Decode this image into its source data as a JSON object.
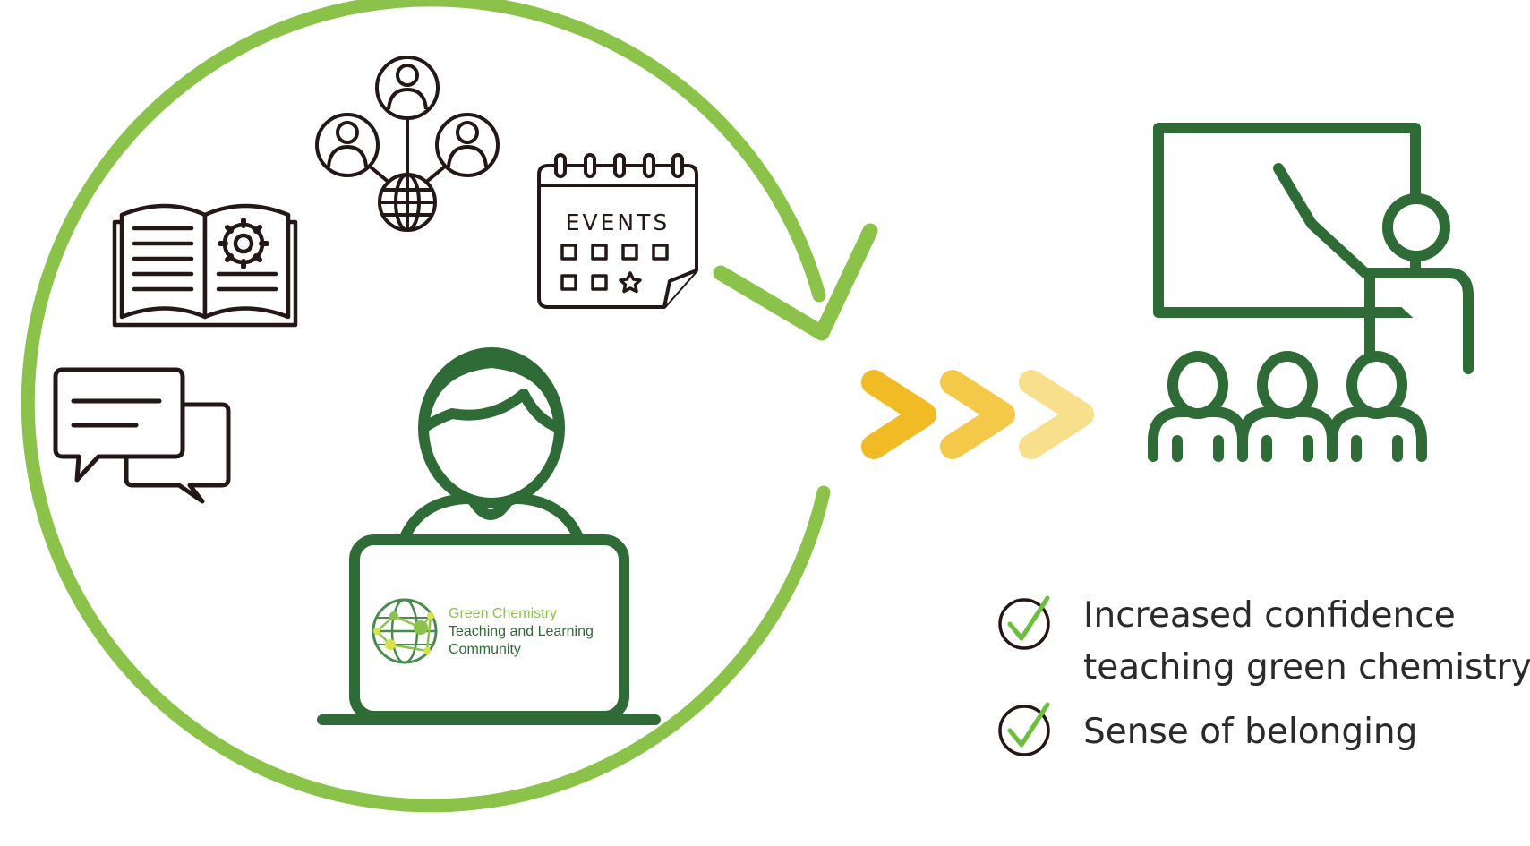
{
  "events_label": "EVENTS",
  "logo": {
    "line1": "Green Chemistry",
    "line2": "Teaching and Learning",
    "line3": "Community"
  },
  "outcomes": [
    {
      "line1": "Increased confidence",
      "line2": "teaching green chemistry"
    },
    {
      "line1": "Sense of belonging",
      "line2": ""
    }
  ],
  "colors": {
    "cycle_green": "#8bc34a",
    "dark_green": "#2e6b36",
    "chevron_1": "#f0bb25",
    "chevron_2": "#f4c94a",
    "chevron_3": "#f8df8c",
    "check_green": "#6bbf3a"
  },
  "icons": {
    "chat": "chat-bubbles-icon",
    "book": "open-book-gear-icon",
    "network": "people-network-globe-icon",
    "calendar": "events-calendar-icon",
    "learner": "person-at-laptop-icon",
    "teacher": "teacher-classroom-icon",
    "check": "check-circle-icon"
  }
}
